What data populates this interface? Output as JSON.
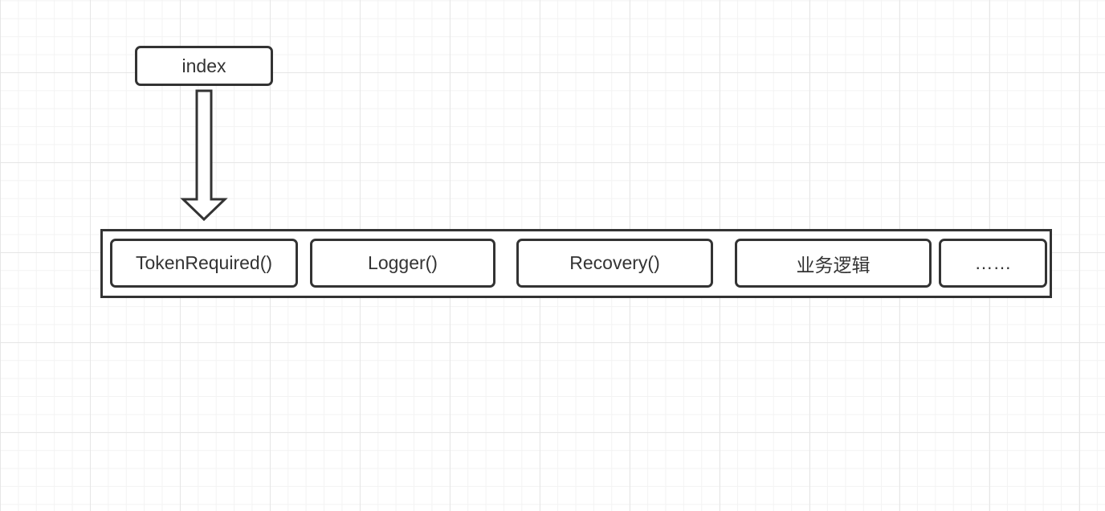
{
  "diagram": {
    "pointer": {
      "label": "index"
    },
    "handlers": [
      {
        "label": "TokenRequired()"
      },
      {
        "label": "Logger()"
      },
      {
        "label": "Recovery()"
      },
      {
        "label": "业务逻辑"
      },
      {
        "label": "……"
      }
    ]
  }
}
